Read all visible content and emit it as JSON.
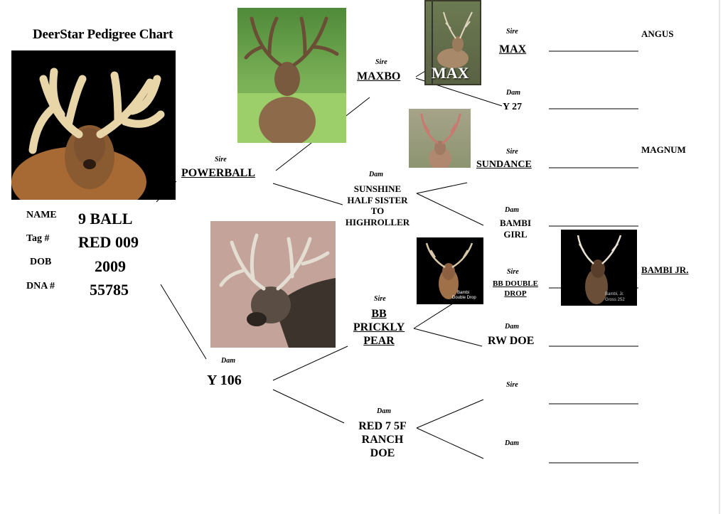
{
  "title": "DeerStar Pedigree Chart",
  "animal": {
    "name_label": "NAME",
    "name": "9 BALL",
    "tag_label": "Tag #",
    "tag": "RED 009",
    "dob_label": "DOB",
    "dob": "2009",
    "dna_label": "DNA #",
    "dna": "55785"
  },
  "labels": {
    "sire": "Sire",
    "dam": "Dam"
  },
  "gen1": {
    "sire": "POWERBALL",
    "dam": "Y 106"
  },
  "gen2": {
    "sire_sire": "MAXBO",
    "sire_dam_lines": [
      "SUNSHINE",
      "HALF SISTER",
      "TO",
      "HIGHROLLER"
    ],
    "dam_sire_lines": [
      "BB",
      "PRICKLY",
      "PEAR"
    ],
    "dam_dam_lines": [
      "RED 7 5F",
      "RANCH",
      "DOE"
    ]
  },
  "gen3": {
    "max": "MAX",
    "y27": "Y 27",
    "sundance": "SUNDANCE",
    "bambi_girl_lines": [
      "BAMBI",
      "GIRL"
    ],
    "bb_double_drop_lines": [
      "BB DOUBLE",
      "DROP"
    ],
    "rw_doe": "RW DOE"
  },
  "gen4": {
    "angus": "ANGUS",
    "magnum": "MAGNUM",
    "bambi_jr": "BAMBI JR."
  },
  "photo_text": {
    "max_overlay": "MAX",
    "bambi_caption_1": "Bambi",
    "bambi_caption_2": "Double Drop",
    "bambi_jr_caption_1": "Bambi, Jr.",
    "bambi_jr_caption_2": "Gross 252"
  }
}
